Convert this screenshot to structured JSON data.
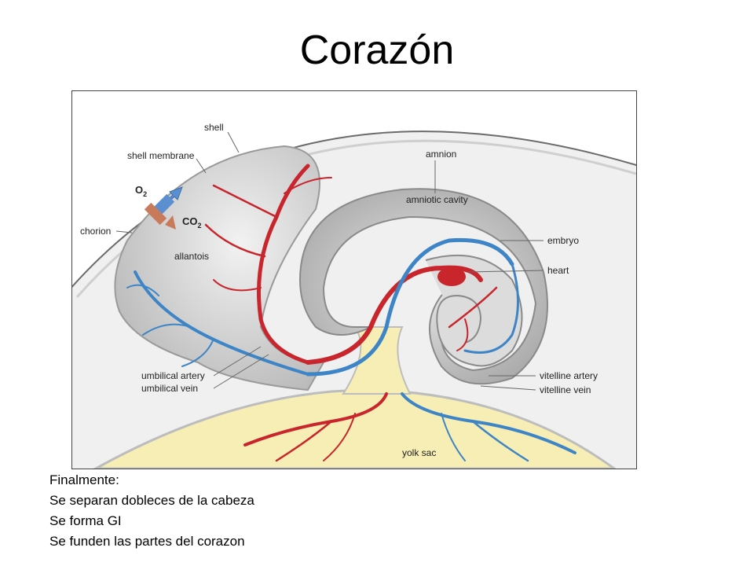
{
  "slide": {
    "title": "Corazón"
  },
  "diagram": {
    "labels": {
      "shell": "shell",
      "shell_membrane": "shell membrane",
      "o2": "O",
      "o2_sub": "2",
      "co2": "CO",
      "co2_sub": "2",
      "chorion": "chorion",
      "allantois": "allantois",
      "amnion": "amnion",
      "amniotic_cavity": "amniotic cavity",
      "embryo": "embryo",
      "heart": "heart",
      "umbilical_artery": "umbilical artery",
      "umbilical_vein": "umbilical vein",
      "vitelline_artery": "vitelline artery",
      "vitelline_vein": "vitelline vein",
      "yolk_sac": "yolk sac"
    },
    "colors": {
      "artery": "#c8252c",
      "vein": "#3d85c6",
      "yolk": "#f6eeb4",
      "membrane": "#c9c9c9",
      "o2_arrow": "#5b8fcf",
      "co2_arrow": "#c97a5a"
    }
  },
  "notes": [
    "Finalmente:",
    "Se separan dobleces de la cabeza",
    "Se forma GI",
    "Se funden las partes del corazon"
  ]
}
